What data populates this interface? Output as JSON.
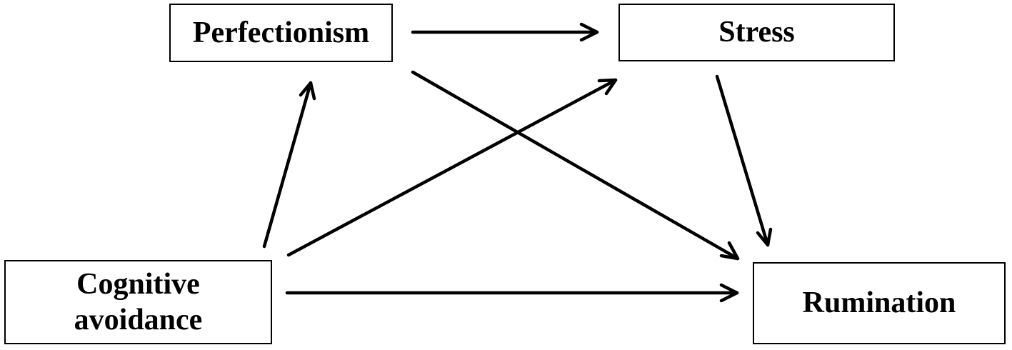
{
  "nodes": {
    "perfectionism": "Perfectionism",
    "stress": "Stress",
    "cognitive_avoidance": [
      "Cognitive",
      "avoidance"
    ],
    "rumination": "Rumination"
  },
  "edges": [
    {
      "from": "perfectionism",
      "to": "stress"
    },
    {
      "from": "perfectionism",
      "to": "rumination"
    },
    {
      "from": "stress",
      "to": "rumination"
    },
    {
      "from": "cognitive_avoidance",
      "to": "perfectionism"
    },
    {
      "from": "cognitive_avoidance",
      "to": "stress"
    },
    {
      "from": "cognitive_avoidance",
      "to": "rumination"
    }
  ],
  "colors": {
    "line": "#000000",
    "box_border": "#000000",
    "background": "#ffffff"
  }
}
